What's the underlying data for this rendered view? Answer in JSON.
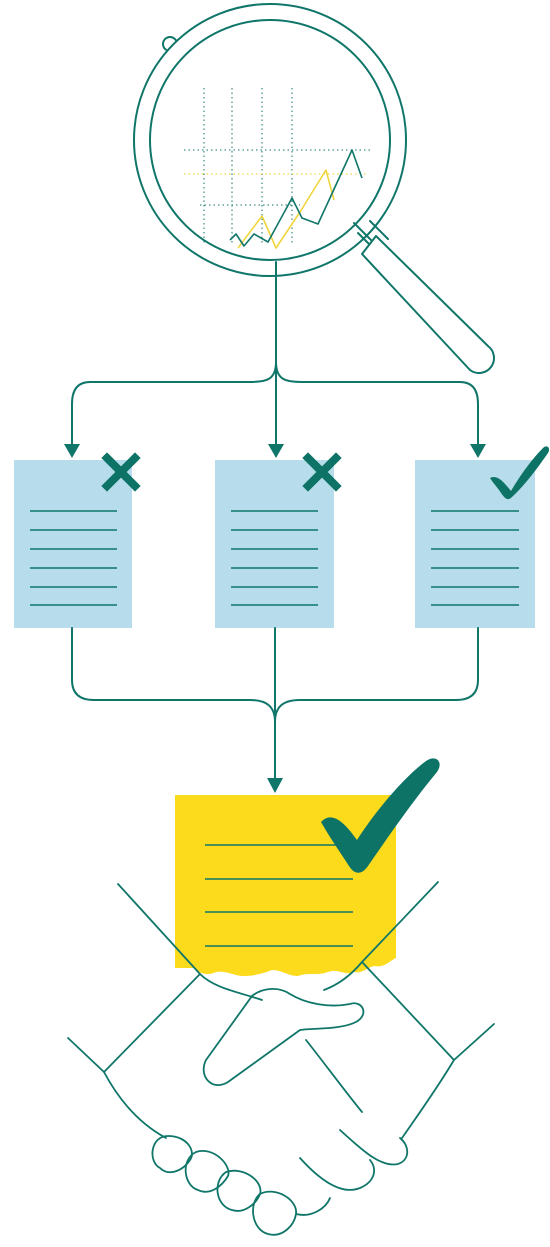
{
  "colors": {
    "stroke": "#0f7669",
    "accent_check": "#0e7367",
    "doc_fill": "#b7dcec",
    "final_doc_fill": "#fcda1c",
    "chart_yellow": "#f0d63c",
    "background": "#ffffff"
  },
  "icons": {
    "magnifier": "magnifying-glass-icon",
    "reject": "x-mark-icon",
    "approve": "check-mark-icon",
    "agreement": "handshake-icon"
  },
  "candidates": [
    {
      "status": "rejected"
    },
    {
      "status": "rejected"
    },
    {
      "status": "approved"
    }
  ],
  "final_document": {
    "status": "approved"
  }
}
